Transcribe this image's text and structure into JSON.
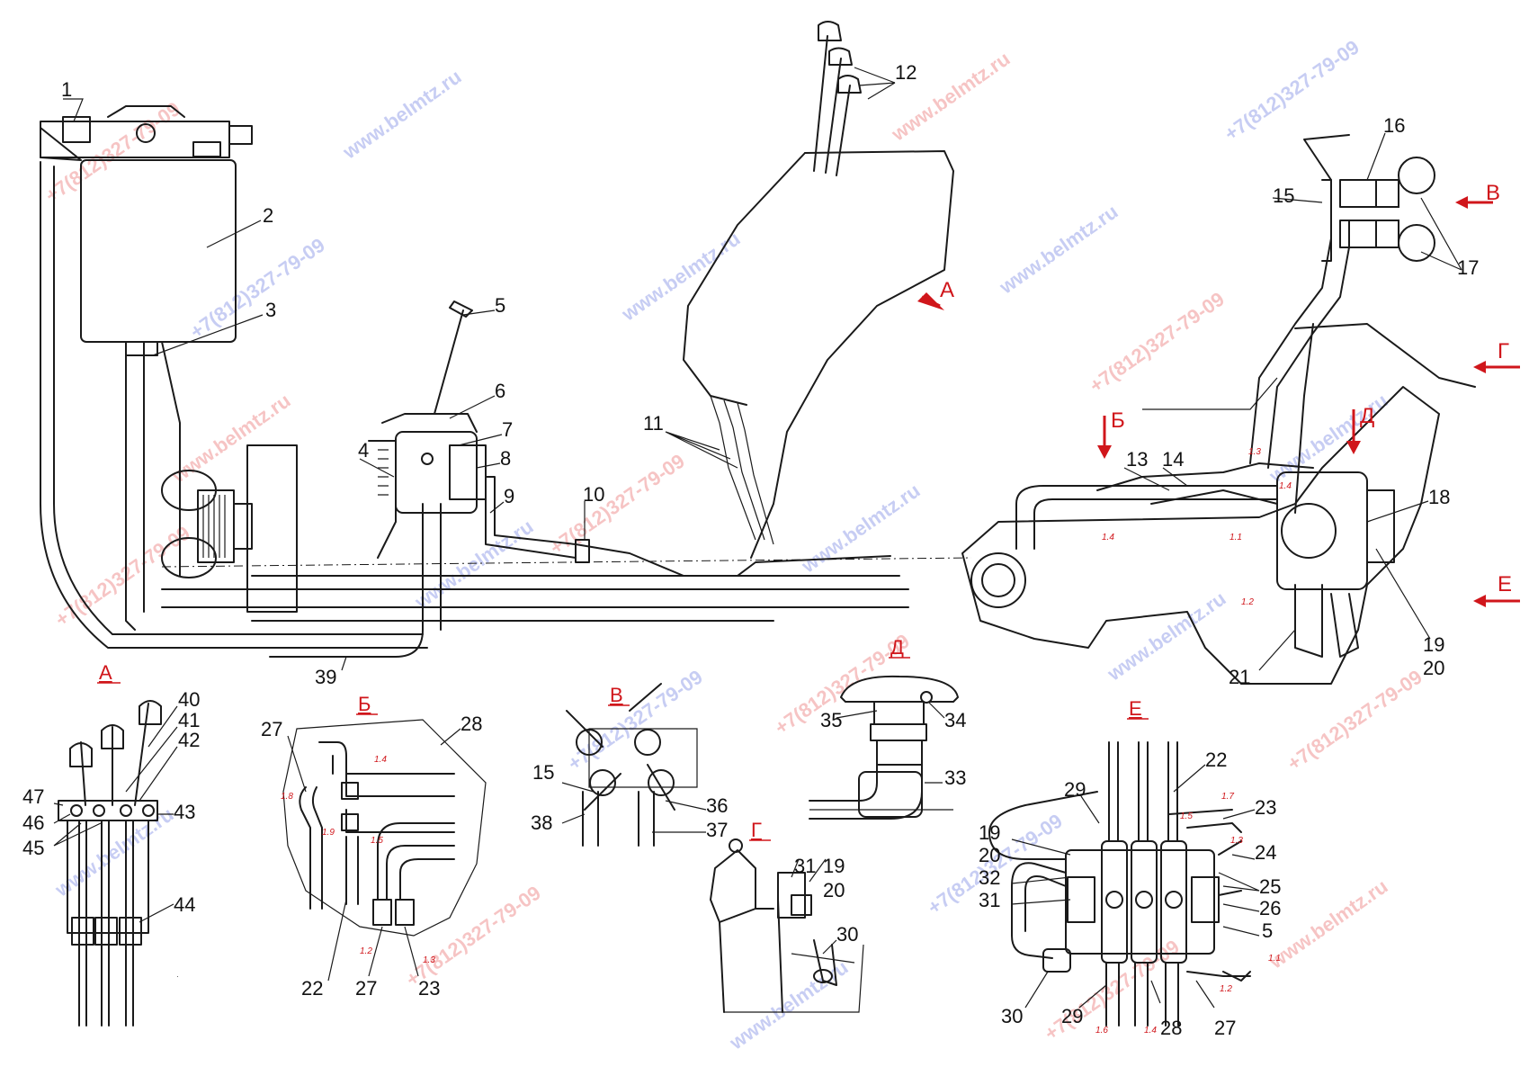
{
  "colors": {
    "line": "#1a1a1a",
    "accent": "#d0161b",
    "watermark_blue": "#3a4fd6",
    "watermark_red": "#e03030"
  },
  "watermarks": {
    "url": "www.belmtz.ru",
    "phone": "+7(812)327-79-09"
  },
  "part_numbers": [
    "1",
    "2",
    "3",
    "4",
    "5",
    "6",
    "7",
    "8",
    "9",
    "10",
    "11",
    "12",
    "13",
    "14",
    "15",
    "16",
    "17",
    "18",
    "19",
    "20",
    "21",
    "39"
  ],
  "view_arrows": [
    "А",
    "Б",
    "В",
    "Г",
    "Д",
    "Е"
  ],
  "views": {
    "a": {
      "title": "А",
      "numbers": [
        "40",
        "41",
        "42",
        "43",
        "44",
        "45",
        "46",
        "47"
      ]
    },
    "b": {
      "title": "Б",
      "numbers": [
        "27",
        "28",
        "22",
        "27",
        "23"
      ],
      "small": [
        "1.4",
        "1.8",
        "1.9",
        "1.5",
        "1.2",
        "1.3"
      ]
    },
    "v": {
      "title": "В",
      "numbers": [
        "15",
        "38",
        "36",
        "37"
      ]
    },
    "g": {
      "title": "Г",
      "numbers": [
        "31",
        "19",
        "20",
        "30"
      ]
    },
    "d": {
      "title": "Д",
      "numbers": [
        "35",
        "34",
        "33"
      ]
    },
    "e": {
      "title": "Е",
      "numbers": [
        "22",
        "23",
        "24",
        "29",
        "19",
        "20",
        "32",
        "31",
        "25",
        "26",
        "5",
        "30",
        "29",
        "28",
        "27"
      ],
      "small": [
        "1.7",
        "1.5",
        "1.3",
        "1.1",
        "1.2",
        "1.6",
        "1.4"
      ]
    }
  },
  "main_small": [
    "1.3",
    "1.4",
    "1.4",
    "1.1",
    "1.2"
  ]
}
